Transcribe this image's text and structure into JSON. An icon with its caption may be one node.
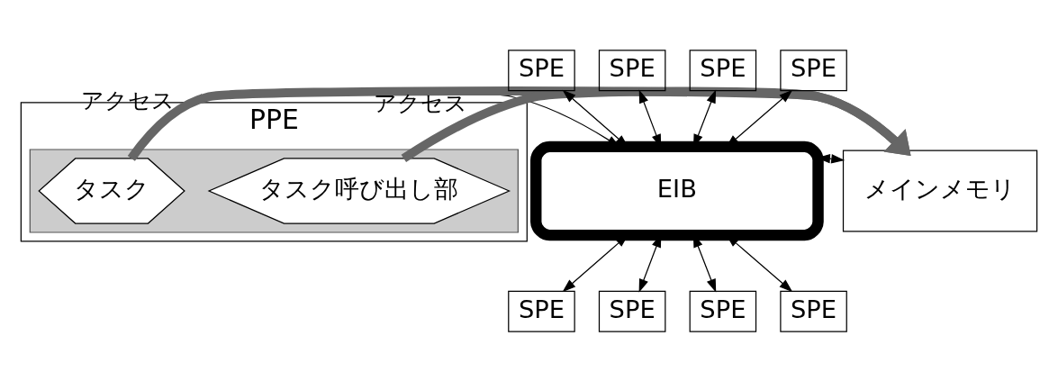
{
  "diagram": {
    "nodes": [
      {
        "text": [
          "PPE"
        ]
      },
      {
        "text": [],
        "shape": "box",
        "in": 0
      },
      {
        "text": [
          "タスク"
        ],
        "in": 1
      },
      {
        "text": [
          "タスク呼び出し部"
        ],
        "in": 1
      },
      {
        "text": [
          "EIB"
        ]
      },
      {
        "text": [
          "メインメモリ"
        ]
      },
      {
        "text": [
          "SPE"
        ]
      },
      {
        "text": [
          "SPE"
        ]
      },
      {
        "text": [
          "SPE"
        ]
      },
      {
        "text": [
          "SPE"
        ]
      },
      {
        "text": [
          "SPE"
        ]
      },
      {
        "text": [
          "SPE"
        ]
      },
      {
        "text": [
          "SPE"
        ]
      },
      {
        "text": [
          "SPE"
        ]
      }
    ],
    "edges": [
      {
        "from": 2,
        "to": 5,
        "arrow": "to",
        "label": "アクセス",
        "style": "thick",
        "color": "#666666"
      },
      {
        "from": 3,
        "to": 5,
        "arrow": "to",
        "label": "アクセス",
        "style": "thick",
        "color": "#666666"
      },
      {
        "from": 0,
        "to": 4,
        "arrow": "both"
      },
      {
        "from": 4,
        "to": 5,
        "arrow": "both"
      },
      {
        "from": 6,
        "to": 4,
        "arrow": "both"
      },
      {
        "from": 7,
        "to": 4,
        "arrow": "both"
      },
      {
        "from": 8,
        "to": 4,
        "arrow": "both"
      },
      {
        "from": 9,
        "to": 4,
        "arrow": "both"
      },
      {
        "from": 4,
        "to": 10,
        "arrow": "both"
      },
      {
        "from": 4,
        "to": 11,
        "arrow": "both"
      },
      {
        "from": 4,
        "to": 12,
        "arrow": "both"
      },
      {
        "from": 4,
        "to": 13,
        "arrow": "both"
      }
    ]
  }
}
